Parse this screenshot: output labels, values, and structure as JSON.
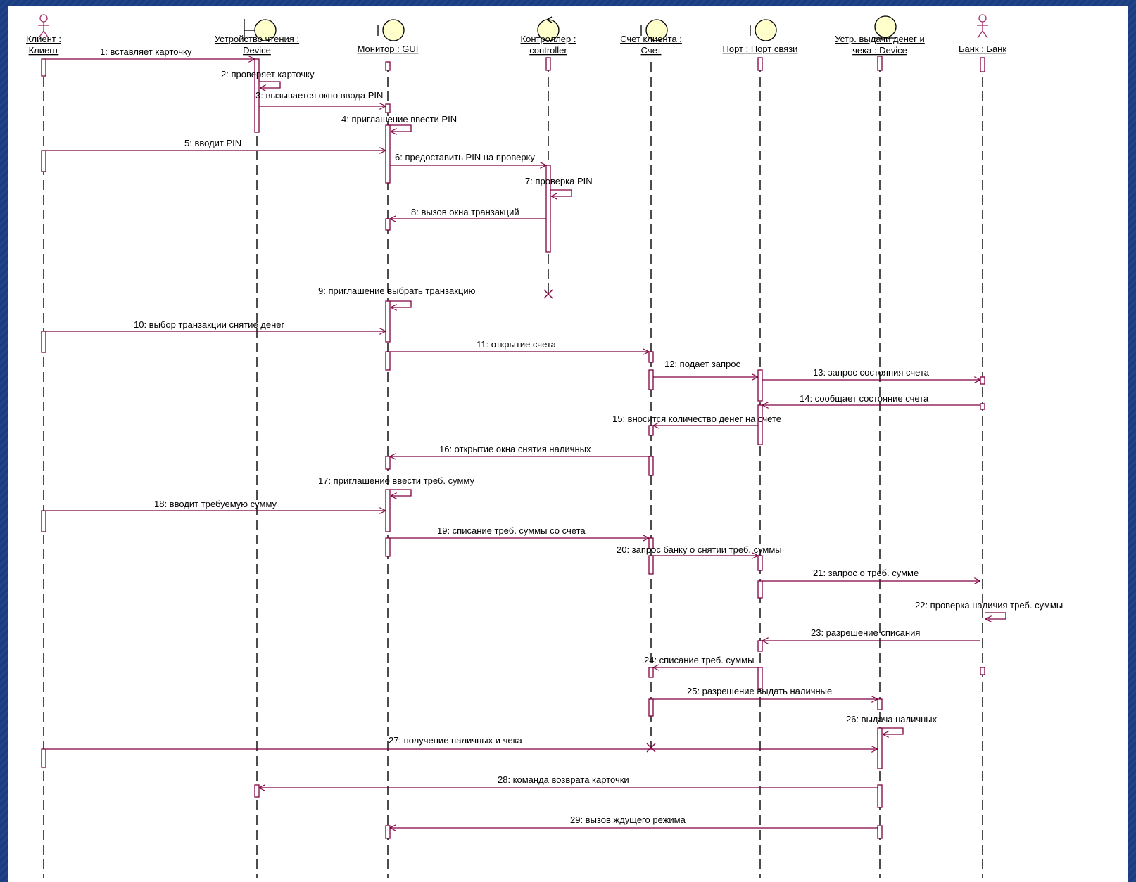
{
  "diagram": {
    "lifelines": [
      {
        "id": "client",
        "kind": "actor",
        "lines": [
          "Клиент :",
          "Клиент"
        ]
      },
      {
        "id": "reader",
        "kind": "boundary",
        "lines": [
          "Устройство чтения :",
          "Device"
        ]
      },
      {
        "id": "monitor",
        "kind": "boundary",
        "lines": [
          "Монитор : GUI"
        ]
      },
      {
        "id": "controller",
        "kind": "control",
        "lines": [
          "Контроллер :",
          "controller"
        ]
      },
      {
        "id": "account",
        "kind": "boundary",
        "lines": [
          "Счет клиента :",
          "Cчет"
        ]
      },
      {
        "id": "port",
        "kind": "boundary",
        "lines": [
          "Порт : Порт связи"
        ]
      },
      {
        "id": "dispenser",
        "kind": "entity",
        "lines": [
          "Устр. выдачи денег и",
          "чека : Device"
        ]
      },
      {
        "id": "bank",
        "kind": "actor",
        "lines": [
          "Банк : Банк"
        ]
      }
    ],
    "messages": [
      {
        "from": "client",
        "to": "reader",
        "label": "1: вставляет карточку"
      },
      {
        "from": "reader",
        "to": "reader",
        "label": "2: проверяет карточку"
      },
      {
        "from": "reader",
        "to": "monitor",
        "label": "3: вызывается окно ввода PIN"
      },
      {
        "from": "monitor",
        "to": "monitor",
        "label": "4: приглашение ввести PIN"
      },
      {
        "from": "client",
        "to": "monitor",
        "label": "5: вводит PIN"
      },
      {
        "from": "monitor",
        "to": "controller",
        "label": "6: предоставить PIN на проверку"
      },
      {
        "from": "controller",
        "to": "controller",
        "label": "7: проверка PIN"
      },
      {
        "from": "controller",
        "to": "monitor",
        "label": "8: вызов окна транзакций"
      },
      {
        "from": "monitor",
        "to": "monitor",
        "label": "9: приглашение выбрать транзакцию"
      },
      {
        "from": "client",
        "to": "monitor",
        "label": "10: выбор транзакции снятие денег"
      },
      {
        "from": "monitor",
        "to": "account",
        "label": "11: открытие счета"
      },
      {
        "from": "account",
        "to": "port",
        "label": "12: подает запрос"
      },
      {
        "from": "port",
        "to": "bank",
        "label": "13: запрос состояния счета"
      },
      {
        "from": "bank",
        "to": "port",
        "label": "14: сообщает состояние счета"
      },
      {
        "from": "port",
        "to": "account",
        "label": "15: вносится количество денег на счете"
      },
      {
        "from": "account",
        "to": "monitor",
        "label": "16: открытие окна снятия наличных"
      },
      {
        "from": "monitor",
        "to": "monitor",
        "label": "17: приглашение ввести треб. сумму"
      },
      {
        "from": "client",
        "to": "monitor",
        "label": "18: вводит требуемую сумму"
      },
      {
        "from": "monitor",
        "to": "account",
        "label": "19: списание треб. суммы со счета"
      },
      {
        "from": "account",
        "to": "port",
        "label": "20: запрос банку о снятии треб. суммы"
      },
      {
        "from": "port",
        "to": "bank",
        "label": "21: запрос о треб. сумме"
      },
      {
        "from": "bank",
        "to": "bank",
        "label": "22: проверка наличия треб. суммы"
      },
      {
        "from": "bank",
        "to": "port",
        "label": "23: разрешение списания"
      },
      {
        "from": "port",
        "to": "account",
        "label": "24: списание треб. суммы"
      },
      {
        "from": "account",
        "to": "dispenser",
        "label": "25: разрешение выдать наличные"
      },
      {
        "from": "dispenser",
        "to": "dispenser",
        "label": "26: выдача наличных"
      },
      {
        "from": "client",
        "to": "dispenser",
        "label": "27: получение наличных и чека"
      },
      {
        "from": "dispenser",
        "to": "reader",
        "label": "28: команда возврата карточки"
      },
      {
        "from": "dispenser",
        "to": "monitor",
        "label": "29: вызов ждущего режима"
      }
    ],
    "destroyed": [
      "controller",
      "account"
    ],
    "colors": {
      "message": "#800040",
      "lifeline": "#000000",
      "icon_fill": "#ffffcc",
      "icon_stroke": "#000000",
      "background": "#1b3f86"
    }
  }
}
